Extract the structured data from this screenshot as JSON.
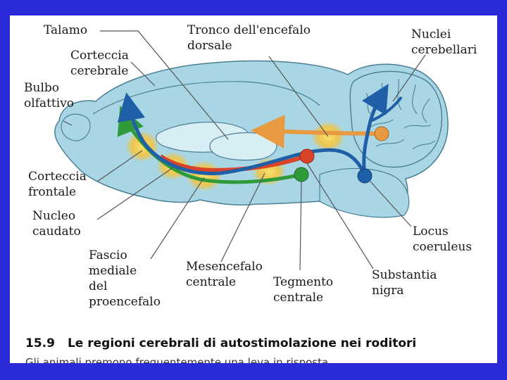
{
  "figure": {
    "labels": {
      "talamo": "Talamo",
      "tronco_1": "Tronco dell'encefalo",
      "tronco_2": "dorsale",
      "nuclei_1": "Nuclei",
      "nuclei_2": "cerebellari",
      "corteccia_cer_1": "Corteccia",
      "corteccia_cer_2": "cerebrale",
      "bulbo_1": "Bulbo",
      "bulbo_2": "olfattivo",
      "corteccia_fr_1": "Corteccia",
      "corteccia_fr_2": "frontale",
      "nucleo_1": "Nucleo",
      "nucleo_2": "caudato",
      "fascio_1": "Fascio",
      "fascio_2": "mediale",
      "fascio_3": "del",
      "fascio_4": "proencefalo",
      "mesencefalo_1": "Mesencefalo",
      "mesencefalo_2": "centrale",
      "tegmento_1": "Tegmento",
      "tegmento_2": "centrale",
      "substantia_1": "Substantia",
      "substantia_2": "nigra",
      "locus_1": "Locus",
      "locus_2": "coeruleus"
    },
    "colors": {
      "brain": "#a9d6e4",
      "outline": "#4a7f94",
      "path_blue": "#1f5fa8",
      "path_green": "#2e9a3a",
      "path_red": "#d8432a",
      "path_orange": "#e89a40",
      "glow": "#f6c23a"
    },
    "caption": {
      "number": "15.9",
      "title": "Le regioni cerebrali di autostimolazione nei roditori",
      "next_line": "Gli animali premono frequentemente una leva in risposta"
    }
  }
}
